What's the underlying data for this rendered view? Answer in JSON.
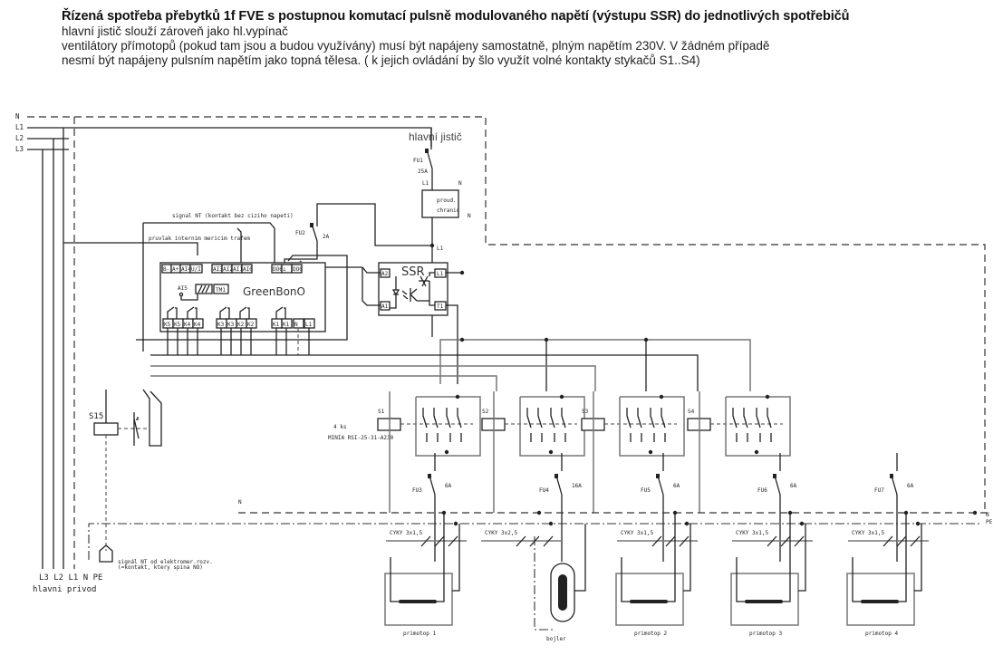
{
  "header": {
    "title": "Řízená spotřeba přebytků 1f FVE s postupnou komutací pulsně modulovaného napětí (výstupu SSR) do jednotlivých spotřebičů",
    "lines": [
      "hlavní jistič slouží zároveň jako hl.vypínač",
      "ventilátory přímotopů (pokud tam jsou a budou využívány) musí být napájeny samostatně, plným napětím 230V. V žádném případě",
      "nesmí být napájeny pulsním napětím jako topná tělesa. ( k jejich ovládání by šlo využít volné kontakty stykačů S1..S4)"
    ]
  },
  "bus": {
    "n": "N",
    "l1": "L1",
    "l2": "L2",
    "l3": "L3"
  },
  "supply": {
    "labels": "L3 L2 L1  N  PE",
    "caption": "hlavni privod"
  },
  "main_breaker": {
    "label": "hlavní jistič",
    "id": "FU1",
    "rating": "25A",
    "in": "L1",
    "n": "N"
  },
  "rcd": {
    "line1": "proud.",
    "line2": "chranic",
    "n_out": "N",
    "l_out": "L1"
  },
  "fu2": {
    "id": "FU2",
    "rating": "2A"
  },
  "signals": {
    "nt_contact": "signal NT (kontakt bez ciziho napeti)",
    "ct": "pruvlak internim mericim trafem",
    "nt_meter_1": "signál NT od elektromer.rozv.",
    "nt_meter_2": "(=kontakt, ktery spina NO)"
  },
  "greenbono": {
    "name": "GreenBonO",
    "top_pins": [
      "B-",
      "A+",
      "AI4",
      "U/I",
      "AI3",
      "AI2",
      "AI1",
      "AI0",
      "DO6",
      "⊥",
      "DO0"
    ],
    "ai5": "AI5",
    "tm1": "TM1",
    "bottom_pins": [
      "K5",
      "K5",
      "K4",
      "K4",
      "K3",
      "K3",
      "K2",
      "K2",
      "K1",
      "K1",
      "N",
      "L1"
    ]
  },
  "ssr": {
    "name": "SSR",
    "a2": "A2",
    "a1": "A1",
    "l1": "L1",
    "t1": "T1"
  },
  "contactors": {
    "qty": "4 ks",
    "model": "MINIA RSI-25-31-A230",
    "items": [
      "S1",
      "S2",
      "S3",
      "S4"
    ],
    "relay": "S15"
  },
  "breakers": [
    {
      "id": "FU3",
      "rating": "6A"
    },
    {
      "id": "FU4",
      "rating": "16A"
    },
    {
      "id": "FU5",
      "rating": "6A"
    },
    {
      "id": "FU6",
      "rating": "6A"
    },
    {
      "id": "FU7",
      "rating": "6A"
    }
  ],
  "rails": {
    "n": "N",
    "pe": "PE"
  },
  "loads": [
    {
      "cable": "CYKY 3x1,5",
      "name": "primotop 1"
    },
    {
      "cable": "CYKY 3x2,5",
      "name": "bojler"
    },
    {
      "cable": "CYKY 3x1,5",
      "name": "primotop 2"
    },
    {
      "cable": "CYKY 3x1,5",
      "name": "primotop 3"
    },
    {
      "cable": "CYKY 3x1,5",
      "name": "primotop 4"
    }
  ]
}
